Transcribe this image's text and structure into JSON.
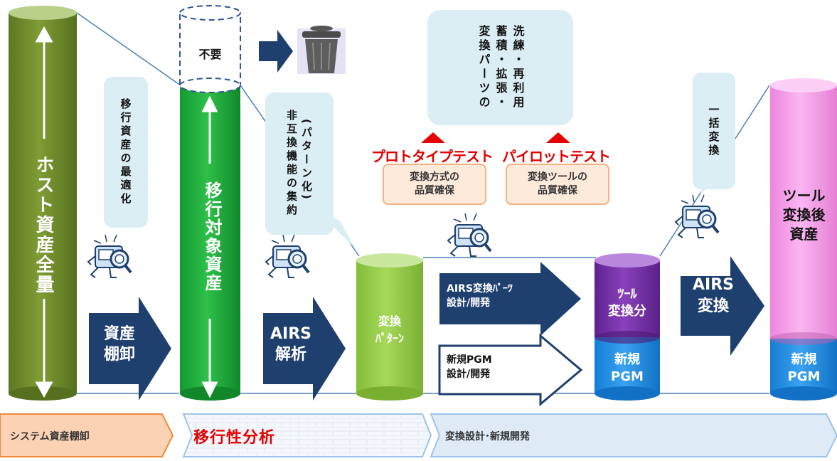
{
  "stage": {
    "host_assets": "ホスト資産全量",
    "migration_target": "移行対象資産",
    "unneeded": "不要",
    "conversion_pattern": "変換\nﾊﾟﾀｰﾝ",
    "tool_converted": "ﾂｰﾙ\n変換分",
    "new_pgm_1": "新規\nPGM",
    "tool_after_assets": "ツール\n変換後\n資産",
    "new_pgm_2": "新規\nPGM"
  },
  "notes": {
    "optimize": "移行資産の最適化",
    "aggregate": "非互換機能の集約",
    "aggregate_sub": "(パターン化)",
    "parts": [
      "変換パーツの",
      "蓄積・拡張・",
      "洗練・再利用"
    ],
    "batch": "一括変換"
  },
  "arrows": {
    "inventory": "資産\n棚卸",
    "airs_analysis": "AIRS\n解析",
    "airs_parts": "AIRS変換ﾊﾟｰﾂ\n設計/開発",
    "new_pgm_dev": "新規PGM\n設計/開発",
    "airs_convert": "AIRS\n変換"
  },
  "tests": {
    "prototype": "プロトタイプテスト",
    "prototype_box": "変換方式の\n品質確保",
    "pilot": "パイロットテスト",
    "pilot_box": "変換ツールの\n品質確保"
  },
  "phases": {
    "phase1": "システム資産棚卸",
    "phase2": "移行性分析",
    "phase3": "変換設計･新規開発"
  },
  "icons": [
    "magnifier-robot-icon",
    "trash-can-icon",
    "right-arrow-icon"
  ],
  "colors": {
    "olive": "#6f8a2e",
    "green": "#22a83a",
    "lightgreen": "#93c84a",
    "purple": "#7030a0",
    "blue": "#1f8be0",
    "pink": "#f59be8",
    "navy": "#1f3f6e"
  }
}
